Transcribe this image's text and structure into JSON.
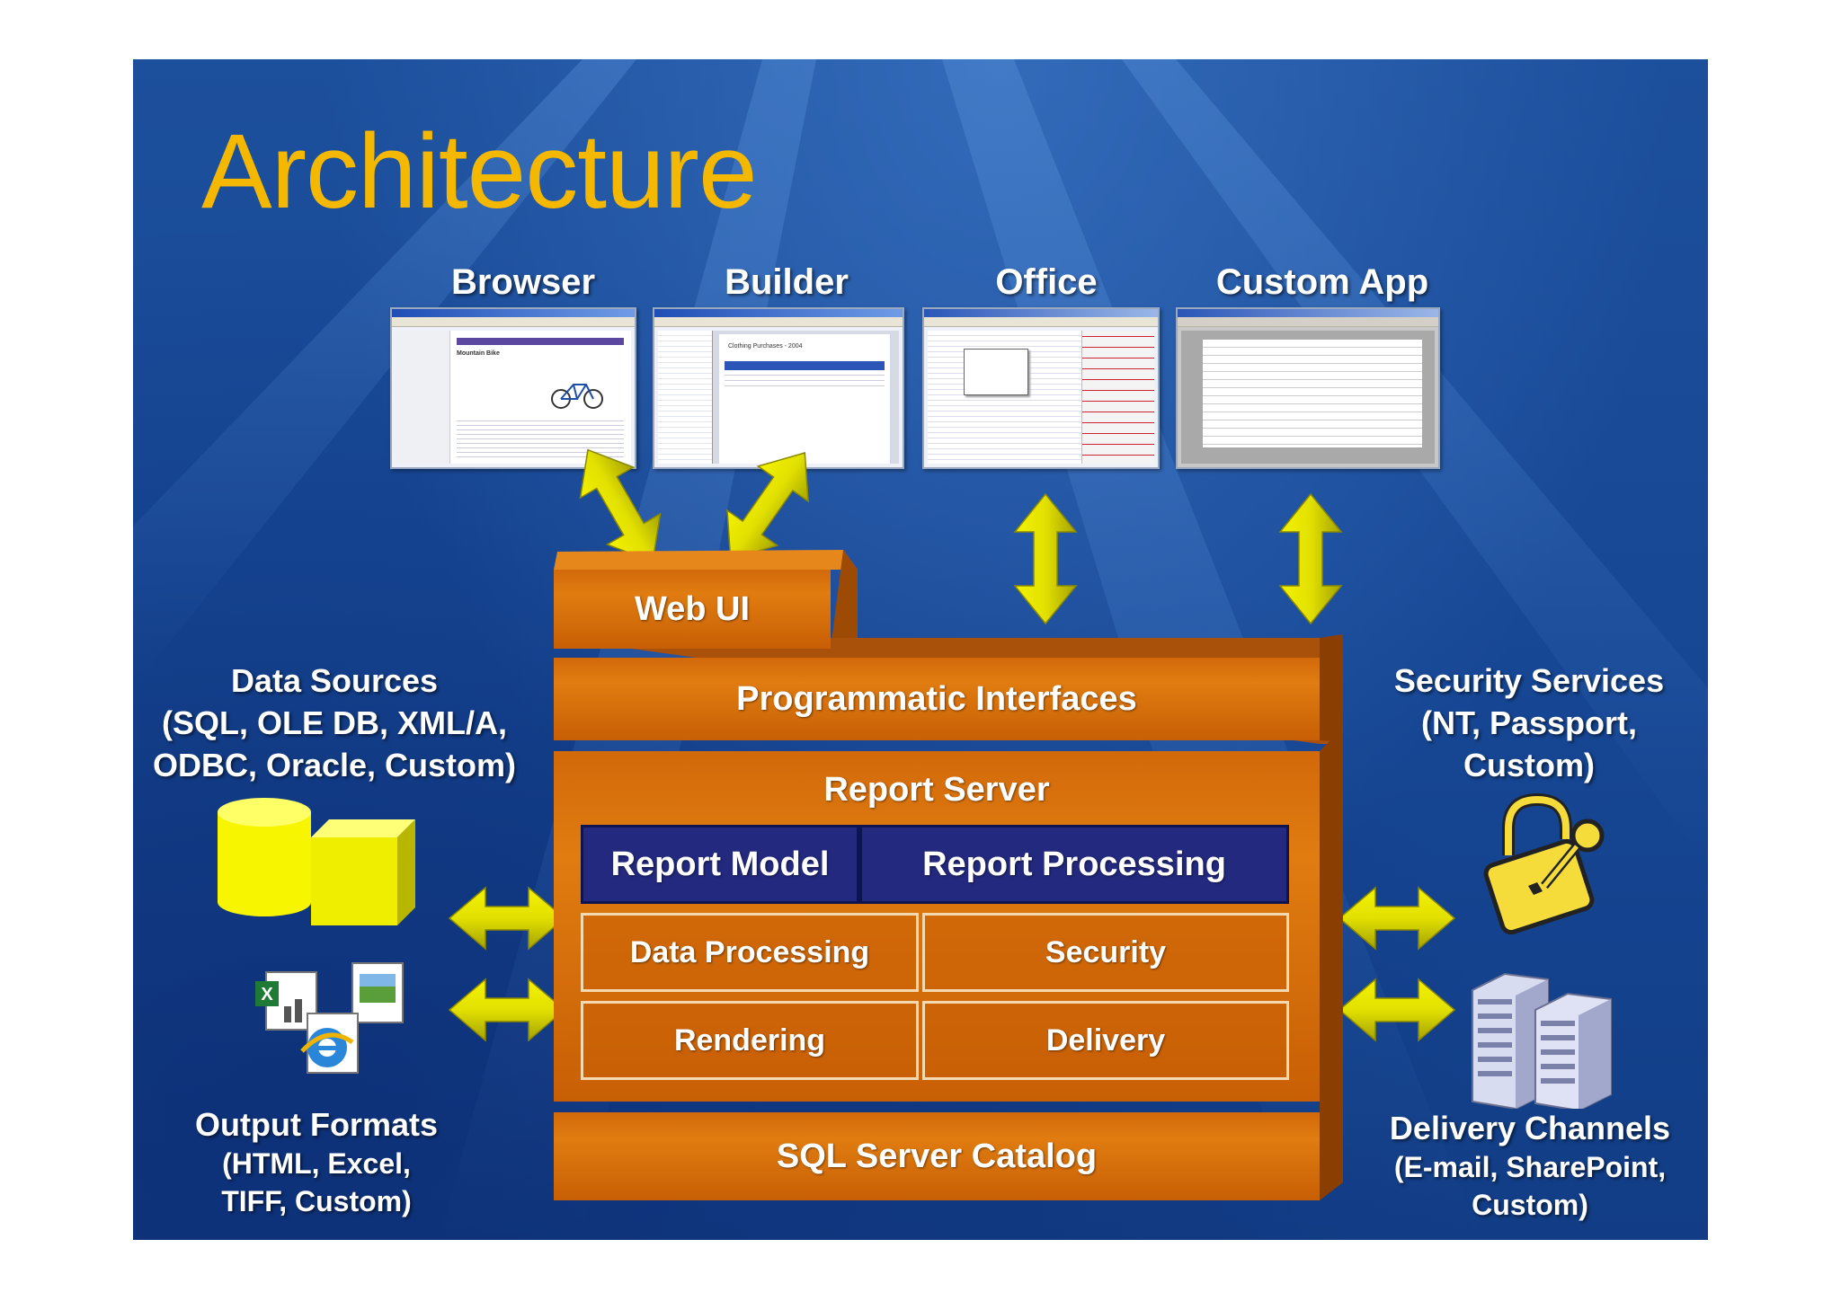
{
  "title": "Architecture",
  "clients": {
    "browser": "Browser",
    "builder": "Builder",
    "office": "Office",
    "custom_app": "Custom App"
  },
  "stack": {
    "web_ui": "Web UI",
    "programmatic_interfaces": "Programmatic Interfaces",
    "report_server": "Report Server",
    "report_model": "Report Model",
    "report_processing": "Report Processing",
    "data_processing": "Data Processing",
    "security": "Security",
    "rendering": "Rendering",
    "delivery": "Delivery",
    "sql_server_catalog": "SQL Server Catalog"
  },
  "data_sources": {
    "line1": "Data Sources",
    "line2": "(SQL, OLE DB, XML/A,",
    "line3": "ODBC, Oracle, Custom)"
  },
  "output_formats": {
    "line1": "Output Formats",
    "line2": "(HTML, Excel,",
    "line3": "TIFF, Custom)"
  },
  "security_services": {
    "line1": "Security Services",
    "line2": "(NT, Passport,",
    "line3": "Custom)"
  },
  "delivery_channels": {
    "line1": "Delivery Channels",
    "line2": "(E-mail, SharePoint,",
    "line3": "Custom)"
  },
  "screenshot_texts": {
    "browser_heading": "Mountain Bike",
    "builder_heading": "Clothing Purchases - 2004"
  },
  "colors": {
    "title": "#f5b800",
    "arrow": "#e8e800",
    "orange": "#e07c10",
    "navy": "#23297e",
    "background": "#174896"
  }
}
